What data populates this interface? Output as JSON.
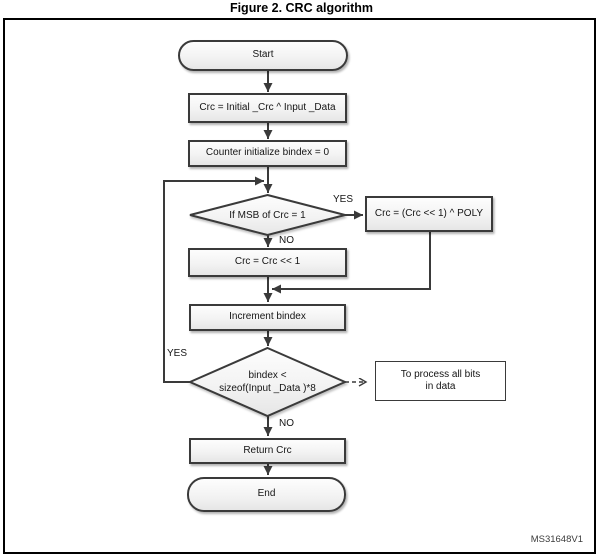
{
  "figure": {
    "title": "Figure 2. CRC algorithm",
    "watermark": "MS31648V1"
  },
  "colors": {
    "line": "#3a3a3a",
    "node_border": "#3a3a3a",
    "node_fill_top": "#fdfdfd",
    "node_fill_bottom": "#e6e6e6",
    "frame_border": "#000000",
    "background": "#ffffff"
  },
  "nodes": {
    "start": {
      "label": "Start"
    },
    "init_crc": {
      "label": "Crc = Initial _Crc ^ Input _Data"
    },
    "init_counter": {
      "label": "Counter initialize bindex = 0"
    },
    "msb_check": {
      "label": "If MSB of Crc = 1"
    },
    "poly_xor": {
      "label": "Crc = (Crc << 1) ^ POLY"
    },
    "shift_left": {
      "label": "Crc = Crc << 1"
    },
    "increment": {
      "label": "Increment bindex"
    },
    "loop_check": {
      "label": "bindex <\nsizeof(Input _Data )*8"
    },
    "callout": {
      "label": "To process all bits\nin data"
    },
    "return_crc": {
      "label": "Return Crc"
    },
    "end": {
      "label": "End"
    }
  },
  "edge_labels": {
    "msb_yes": "YES",
    "msb_no": "NO",
    "loop_yes": "YES",
    "loop_no": "NO"
  }
}
